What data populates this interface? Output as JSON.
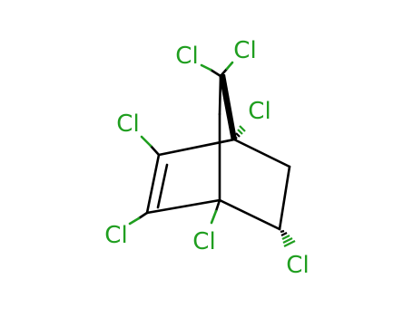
{
  "molecule": {
    "atoms": [
      {
        "id": "cl-top-left",
        "symbol": "Cl"
      },
      {
        "id": "cl-top-right",
        "symbol": "Cl"
      },
      {
        "id": "cl-upper-right",
        "symbol": "Cl"
      },
      {
        "id": "cl-left-upper",
        "symbol": "Cl"
      },
      {
        "id": "cl-left-lower",
        "symbol": "Cl"
      },
      {
        "id": "cl-bridgehead-bottom",
        "symbol": "Cl"
      },
      {
        "id": "cl-bottom-right",
        "symbol": "Cl"
      }
    ]
  },
  "colors": {
    "bond": "#000000",
    "chlorine": "#1f9e1f",
    "background": "#ffffff"
  }
}
